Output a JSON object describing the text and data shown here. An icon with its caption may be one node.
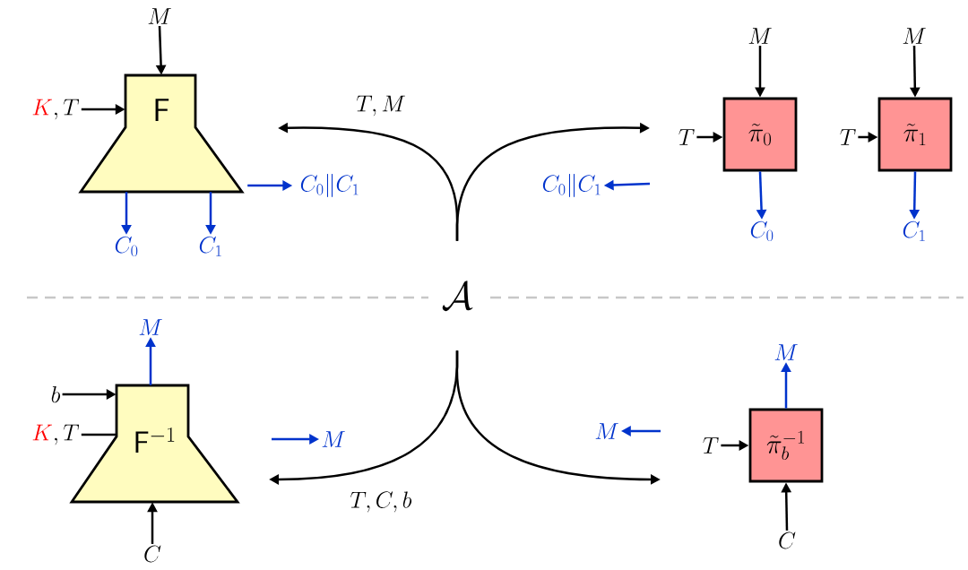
{
  "diagram": {
    "nodes": [
      {
        "text": [
          "M"
        ]
      },
      {
        "text": [
          "{\\color{red}K}, T"
        ]
      },
      {
        "text": [
          "\\mathsf{F}"
        ]
      },
      {
        "text": [
          "C_0"
        ]
      },
      {
        "text": [
          "C_1"
        ]
      },
      {
        "text": [
          "C_0\\|C_1"
        ]
      },
      {
        "text": [
          "\\mathcal{A}"
        ]
      },
      {
        "text": [
          "M"
        ]
      },
      {
        "text": [
          "T"
        ]
      },
      {
        "text": [
          "\\tilde{\\pi}_0"
        ]
      },
      {
        "text": [
          "C_0"
        ]
      },
      {
        "text": [
          "M"
        ]
      },
      {
        "text": [
          "T"
        ]
      },
      {
        "text": [
          "\\tilde{\\pi}_1"
        ]
      },
      {
        "text": [
          "C_1"
        ]
      },
      {
        "text": [
          "C_0\\|C_1"
        ]
      },
      {
        "text": [
          "M"
        ]
      },
      {
        "text": [
          "b"
        ]
      },
      {
        "text": [
          "{\\color{red}K}, T"
        ]
      },
      {
        "text": [
          "\\mathsf{F}^{-1}"
        ]
      },
      {
        "text": [
          "C"
        ]
      },
      {
        "text": [
          "M"
        ]
      },
      {
        "text": [
          "M"
        ]
      },
      {
        "text": [
          "M"
        ]
      },
      {
        "text": [
          "T"
        ]
      },
      {
        "text": [
          "\\tilde{\\pi}_b^{-1}"
        ]
      },
      {
        "text": [
          "C"
        ]
      }
    ],
    "edges": [
      {
        "from": 0,
        "to": 2,
        "arrow": "to"
      },
      {
        "from": 1,
        "to": 2,
        "arrow": "to"
      },
      {
        "from": 2,
        "to": 3,
        "arrow": "to",
        "color": "#0033cc"
      },
      {
        "from": 2,
        "to": 4,
        "arrow": "to",
        "color": "#0033cc"
      },
      {
        "from": 2,
        "to": 5,
        "arrow": "to",
        "color": "#0033cc"
      },
      {
        "from": 6,
        "to": null,
        "arrow": "to",
        "label": "T, M"
      },
      {
        "from": 6,
        "to": null,
        "arrow": "to"
      },
      {
        "from": 7,
        "to": 9,
        "arrow": "to"
      },
      {
        "from": 8,
        "to": 9,
        "arrow": "to"
      },
      {
        "from": 9,
        "to": 10,
        "arrow": "to",
        "color": "#0033cc"
      },
      {
        "from": 11,
        "to": 13,
        "arrow": "to"
      },
      {
        "from": 12,
        "to": 13,
        "arrow": "to"
      },
      {
        "from": 13,
        "to": 14,
        "arrow": "to",
        "color": "#0033cc"
      },
      {
        "from": null,
        "to": 15,
        "arrow": "to",
        "color": "#0033cc"
      },
      {
        "from": 17,
        "to": 19,
        "arrow": "to"
      },
      {
        "from": 18,
        "to": 19,
        "arrow": "none"
      },
      {
        "from": 19,
        "to": 16,
        "arrow": "to",
        "color": "#0033cc"
      },
      {
        "from": 20,
        "to": 19,
        "arrow": "to"
      },
      {
        "from": 6,
        "to": null,
        "arrow": "to",
        "label": "T, C, b"
      },
      {
        "from": 6,
        "to": null,
        "arrow": "to"
      },
      {
        "from": null,
        "to": 21,
        "arrow": "to",
        "color": "#0033cc"
      },
      {
        "from": null,
        "to": 22,
        "arrow": "to",
        "color": "#0033cc"
      },
      {
        "from": 25,
        "to": 23,
        "arrow": "to",
        "color": "#0033cc"
      },
      {
        "from": 24,
        "to": 25,
        "arrow": "to"
      },
      {
        "from": 26,
        "to": 25,
        "arrow": "to"
      }
    ]
  }
}
